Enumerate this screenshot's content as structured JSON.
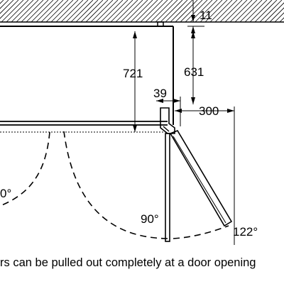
{
  "dimensions": {
    "top_gap": "11",
    "depth_left": "721",
    "depth_right": "631",
    "door_offset": "39",
    "clearance": "300"
  },
  "angles": {
    "left_partial": "0°",
    "door_90": "90°",
    "door_122": "122°"
  },
  "caption": "rs can be pulled out completely at a door opening"
}
